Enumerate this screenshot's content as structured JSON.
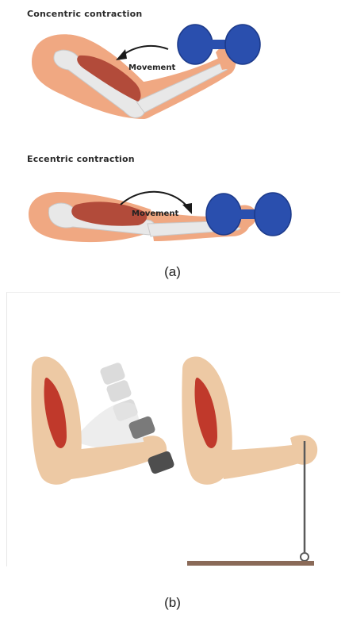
{
  "panel_a": {
    "concentric_title": "Concentric contraction",
    "eccentric_title": "Eccentric contraction",
    "concentric_movement_label": "Movement",
    "eccentric_movement_label": "Movement",
    "caption": "(a)"
  },
  "panel_b": {
    "caption": "(b)"
  },
  "colors": {
    "skin": "#f0a882",
    "bone": "#e8e8e8",
    "muscle": "#b24b3a",
    "dumbbell": "#2a4fae",
    "muscle_red": "#c0392b",
    "skin_b": "#edc9a4",
    "plank": "#8a6a58"
  }
}
